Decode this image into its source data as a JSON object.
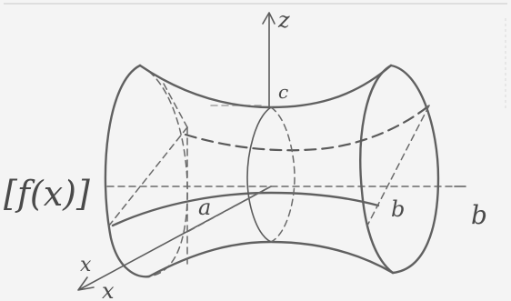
{
  "labels": {
    "z_axis": "z",
    "c_point": "c",
    "function_label": "[f(x)]",
    "a_point": "a",
    "b_point": "b",
    "right_axis": "b",
    "x_near": "x",
    "x_far": "x"
  }
}
